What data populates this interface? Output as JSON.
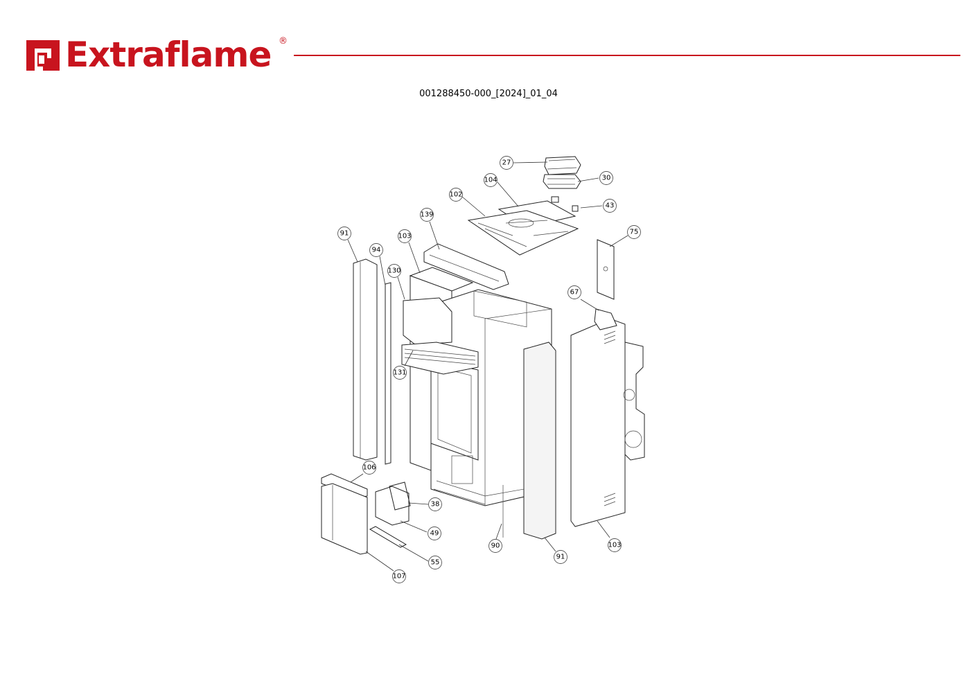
{
  "header": {
    "brand": "Extraflame",
    "registered_mark": "®",
    "accent_color": "#c8141e"
  },
  "document": {
    "code": "001288450-000_[2024]_01_04"
  },
  "diagram": {
    "callouts": [
      "27",
      "30",
      "104",
      "102",
      "43",
      "139",
      "91",
      "94",
      "103",
      "75",
      "130",
      "67",
      "131",
      "106",
      "38",
      "49",
      "55",
      "107",
      "90",
      "91",
      "103"
    ]
  }
}
